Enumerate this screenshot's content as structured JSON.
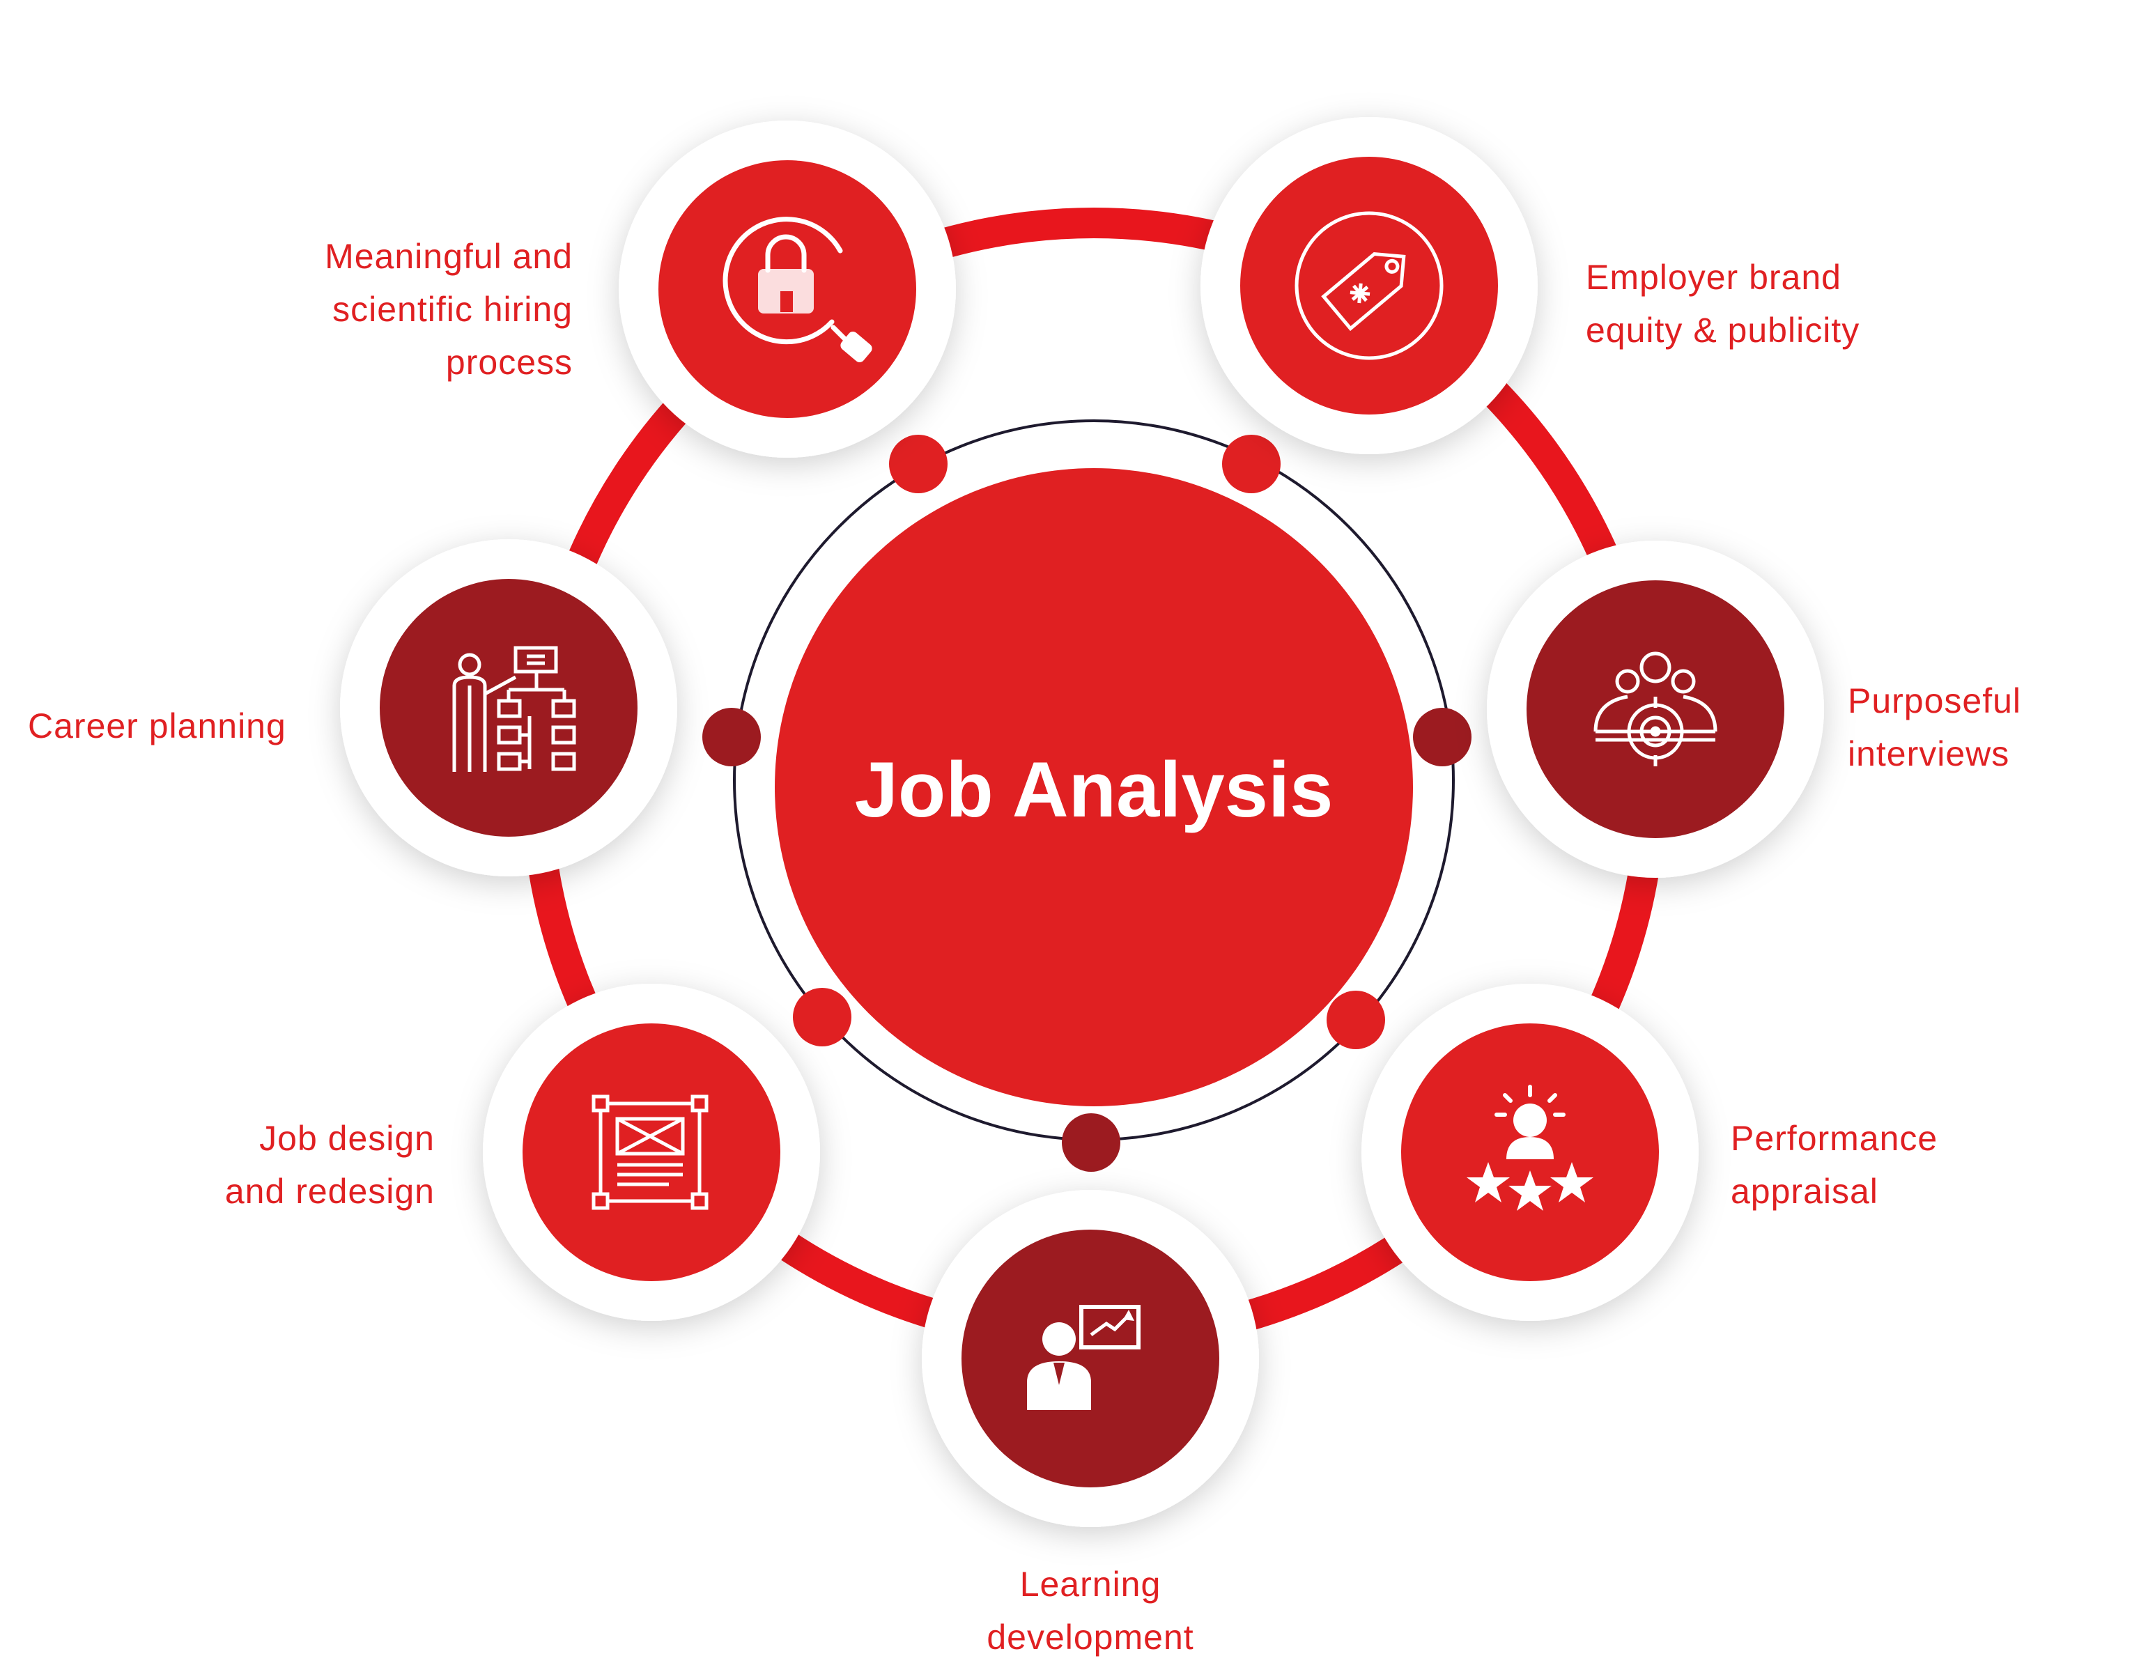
{
  "title": "Job Analysis",
  "colors": {
    "primary_red": "#e02022",
    "dark_red": "#9c1b20",
    "ring_red": "#e8161d",
    "thin_ring": "#1e1a2e",
    "label": "#e02022"
  },
  "items": [
    {
      "id": "hiring",
      "lines": [
        "Meaningful and",
        "scientific hiring",
        "process"
      ],
      "icon": "magnifier-user-icon",
      "tone": "primary_red"
    },
    {
      "id": "employer",
      "lines": [
        "Employer brand",
        "equity & publicity"
      ],
      "icon": "price-tag-icon",
      "tone": "primary_red"
    },
    {
      "id": "interviews",
      "lines": [
        "Purposeful",
        "interviews"
      ],
      "icon": "target-group-icon",
      "tone": "dark_red"
    },
    {
      "id": "performance",
      "lines": [
        "Performance",
        "appraisal"
      ],
      "icon": "person-stars-icon",
      "tone": "primary_red"
    },
    {
      "id": "learning",
      "lines": [
        "Learning",
        "development"
      ],
      "icon": "presenter-board-icon",
      "tone": "dark_red"
    },
    {
      "id": "jobdesign",
      "lines": [
        "Job design",
        "and redesign"
      ],
      "icon": "layout-wireframe-icon",
      "tone": "primary_red"
    },
    {
      "id": "career",
      "lines": [
        "Career planning"
      ],
      "icon": "presenter-org-chart-icon",
      "tone": "dark_red"
    }
  ]
}
